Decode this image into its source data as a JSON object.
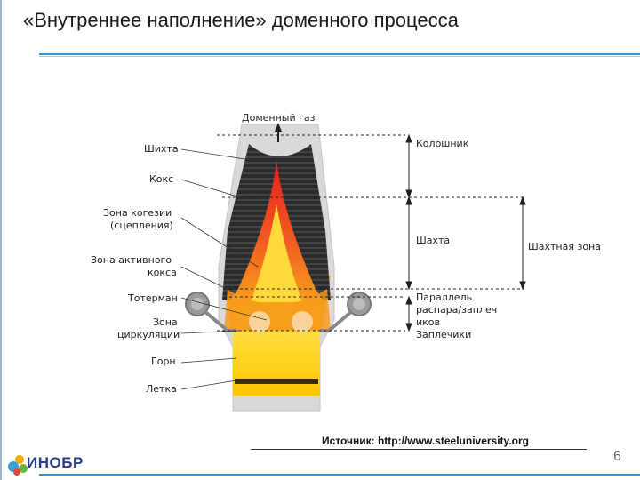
{
  "slide": {
    "title": "«Внутреннее наполнение» доменного процесса",
    "source": "Источник: http://www.steeluniversity.org",
    "page_number": "6",
    "logo_text": "ИНОБР"
  },
  "diagram": {
    "top_label": "Доменный газ",
    "left_labels": {
      "shikhta": "Шихта",
      "koks": "Кокс",
      "zona_kogezii_1": "Зона когезии",
      "zona_kogezii_2": "(сцепления)",
      "zona_aktivnogo_1": "Зона активного",
      "zona_aktivnogo_2": "кокса",
      "toterman": "Тотерман",
      "zona_circ_1": "Зона",
      "zona_circ_2": "циркуляции",
      "gorn": "Горн",
      "letka": "Летка"
    },
    "right_labels": {
      "koloshnik": "Колошник",
      "shakhta": "Шахта",
      "shakhtnaya_zona": "Шахтная зона",
      "parallel_1": "Параллель",
      "parallel_2": "распара/заплеч",
      "parallel_3": "иков",
      "zaplechiki": "Заплечики"
    }
  },
  "colors": {
    "accent": "#3a8fd0",
    "coke": "#2a2a2a",
    "flame_red": "#e8281c",
    "flame_orange": "#f7931e",
    "hearth_yellow": "#ffd200",
    "wall": "#d6d6d6"
  }
}
